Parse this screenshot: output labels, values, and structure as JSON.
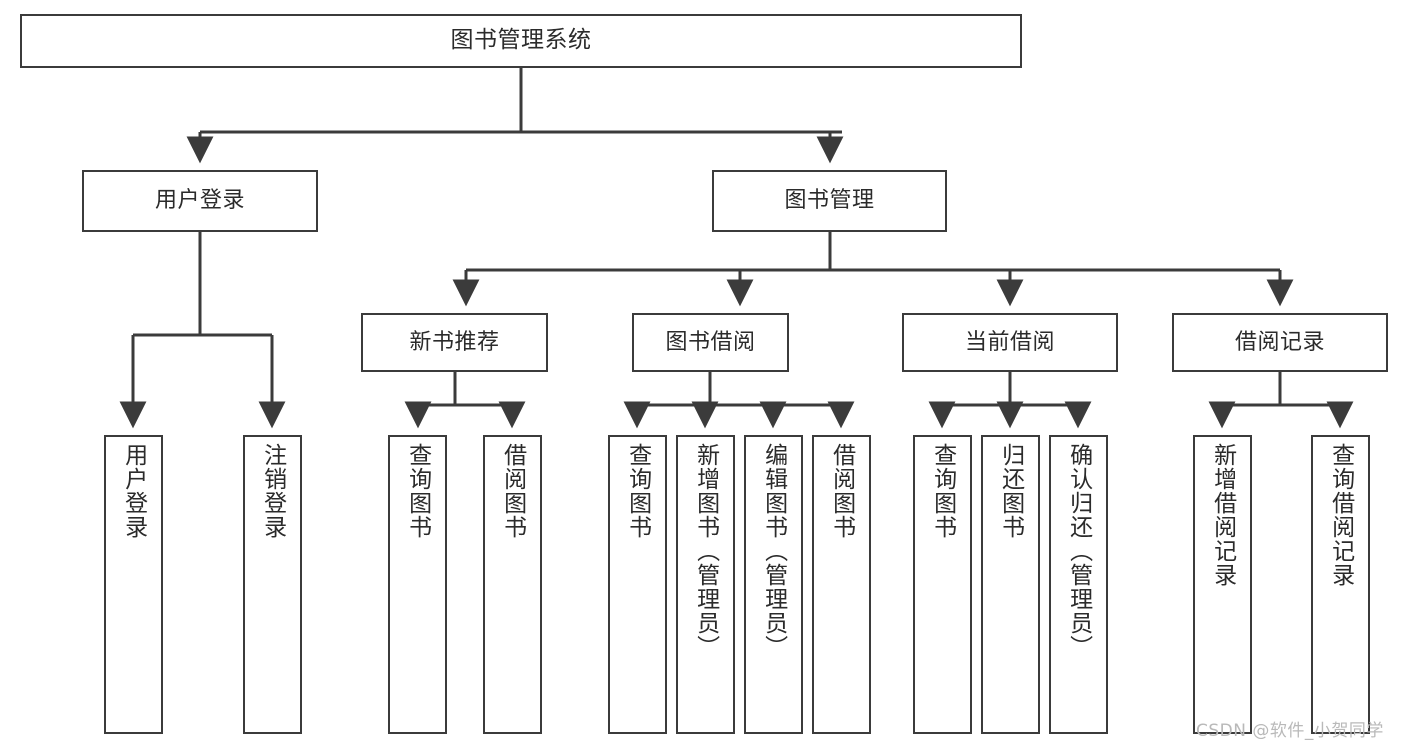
{
  "diagram": {
    "title": "图书管理系统",
    "type": "hierarchy-tree",
    "root": {
      "id": "root",
      "label": "图书管理系统"
    },
    "level1": [
      {
        "id": "user-login",
        "label": "用户登录"
      },
      {
        "id": "book-management",
        "label": "图书管理"
      }
    ],
    "level2": [
      {
        "id": "new-book-recommend",
        "label": "新书推荐",
        "parent": "book-management"
      },
      {
        "id": "book-borrow",
        "label": "图书借阅",
        "parent": "book-management"
      },
      {
        "id": "current-borrow",
        "label": "当前借阅",
        "parent": "book-management"
      },
      {
        "id": "borrow-record",
        "label": "借阅记录",
        "parent": "book-management"
      }
    ],
    "leaves": {
      "user-login": [
        {
          "id": "leaf-user-login",
          "label": "用户登录"
        },
        {
          "id": "leaf-logout",
          "label": "注销登录"
        }
      ],
      "new-book-recommend": [
        {
          "id": "leaf-query-book-1",
          "label": "查询图书"
        },
        {
          "id": "leaf-borrow-book-1",
          "label": "借阅图书"
        }
      ],
      "book-borrow": [
        {
          "id": "leaf-query-book-2",
          "label": "查询图书"
        },
        {
          "id": "leaf-add-book",
          "label": "新增图书（管理员）"
        },
        {
          "id": "leaf-edit-book",
          "label": "编辑图书（管理员）"
        },
        {
          "id": "leaf-borrow-book-2",
          "label": "借阅图书"
        }
      ],
      "current-borrow": [
        {
          "id": "leaf-query-book-3",
          "label": "查询图书"
        },
        {
          "id": "leaf-return-book",
          "label": "归还图书"
        },
        {
          "id": "leaf-confirm-return",
          "label": "确认归还（管理员）"
        }
      ],
      "borrow-record": [
        {
          "id": "leaf-add-record",
          "label": "新增借阅记录"
        },
        {
          "id": "leaf-query-record",
          "label": "查询借阅记录"
        }
      ]
    },
    "watermark": "CSDN @软件_小贺同学",
    "colors": {
      "stroke": "#3b3b3b",
      "fill": "#ffffff",
      "text": "#2b2b2b",
      "watermark": "#b9b9b9"
    }
  }
}
